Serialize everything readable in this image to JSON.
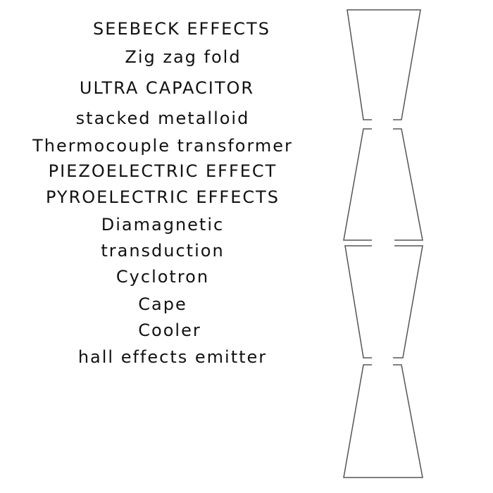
{
  "labels": [
    "SEEBECK EFFECTS",
    "Zig zag fold",
    "ULTRA CAPACITOR",
    "stacked metalloid",
    "Thermocouple transformer",
    "PIEZOELECTRIC EFFECT",
    "PYROELECTRIC EFFECTS",
    "Diamagnetic",
    "transduction",
    "Cyclotron",
    "Cape",
    "Cooler",
    "hall effects emitter"
  ]
}
